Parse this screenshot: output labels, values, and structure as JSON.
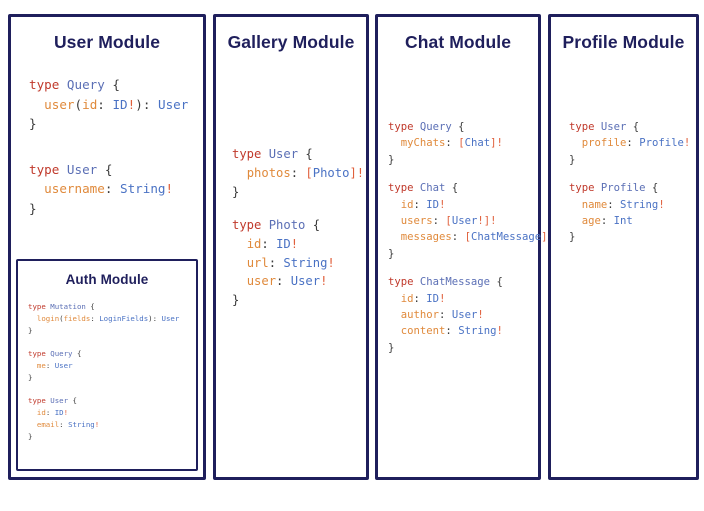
{
  "canvas": {
    "background": "#ffffff",
    "border_color": "#1f1f5c"
  },
  "palette": {
    "border": "#1f1f5c",
    "title": "#1f1f5c",
    "keyword": "#c0392b",
    "type_name": "#5b6fb5",
    "field": "#e08a3c",
    "scalar_type": "#4a72c4",
    "punctuation": "#3b3b3b",
    "bang": "#e0603c"
  },
  "modules": {
    "user": {
      "title": "User Module",
      "blocks": [
        {
          "lines": [
            [
              {
                "t": "type ",
                "c": "kw"
              },
              {
                "t": "Query",
                "c": "tn"
              },
              {
                "t": " {",
                "c": "pn"
              }
            ],
            [
              {
                "t": "  ",
                "c": "pn"
              },
              {
                "t": "user",
                "c": "fld"
              },
              {
                "t": "(",
                "c": "pn"
              },
              {
                "t": "id",
                "c": "fld"
              },
              {
                "t": ": ",
                "c": "pn"
              },
              {
                "t": "ID",
                "c": "ty"
              },
              {
                "t": "!",
                "c": "bang"
              },
              {
                "t": ")",
                "c": "pn"
              },
              {
                "t": ": ",
                "c": "pn"
              },
              {
                "t": "User",
                "c": "ty"
              }
            ],
            [
              {
                "t": "}",
                "c": "pn"
              }
            ]
          ]
        },
        {
          "lines": [
            [
              {
                "t": "type ",
                "c": "kw"
              },
              {
                "t": "User",
                "c": "tn"
              },
              {
                "t": " {",
                "c": "pn"
              }
            ],
            [
              {
                "t": "  ",
                "c": "pn"
              },
              {
                "t": "username",
                "c": "fld"
              },
              {
                "t": ": ",
                "c": "pn"
              },
              {
                "t": "String",
                "c": "ty"
              },
              {
                "t": "!",
                "c": "bang"
              }
            ],
            [
              {
                "t": "}",
                "c": "pn"
              }
            ]
          ]
        }
      ],
      "nested": {
        "auth": {
          "title": "Auth Module",
          "blocks": [
            {
              "lines": [
                [
                  {
                    "t": "type ",
                    "c": "kw"
                  },
                  {
                    "t": "Mutation",
                    "c": "tn"
                  },
                  {
                    "t": " {",
                    "c": "pn"
                  }
                ],
                [
                  {
                    "t": "  ",
                    "c": "pn"
                  },
                  {
                    "t": "login",
                    "c": "fld"
                  },
                  {
                    "t": "(",
                    "c": "pn"
                  },
                  {
                    "t": "fields",
                    "c": "fld"
                  },
                  {
                    "t": ": ",
                    "c": "pn"
                  },
                  {
                    "t": "LoginFields",
                    "c": "ty"
                  },
                  {
                    "t": ")",
                    "c": "pn"
                  },
                  {
                    "t": ": ",
                    "c": "pn"
                  },
                  {
                    "t": "User",
                    "c": "ty"
                  }
                ],
                [
                  {
                    "t": "}",
                    "c": "pn"
                  }
                ]
              ]
            },
            {
              "lines": [
                [
                  {
                    "t": "type ",
                    "c": "kw"
                  },
                  {
                    "t": "Query",
                    "c": "tn"
                  },
                  {
                    "t": " {",
                    "c": "pn"
                  }
                ],
                [
                  {
                    "t": "  ",
                    "c": "pn"
                  },
                  {
                    "t": "me",
                    "c": "fld"
                  },
                  {
                    "t": ": ",
                    "c": "pn"
                  },
                  {
                    "t": "User",
                    "c": "ty"
                  }
                ],
                [
                  {
                    "t": "}",
                    "c": "pn"
                  }
                ]
              ]
            },
            {
              "lines": [
                [
                  {
                    "t": "type ",
                    "c": "kw"
                  },
                  {
                    "t": "User",
                    "c": "tn"
                  },
                  {
                    "t": " {",
                    "c": "pn"
                  }
                ],
                [
                  {
                    "t": "  ",
                    "c": "pn"
                  },
                  {
                    "t": "id",
                    "c": "fld"
                  },
                  {
                    "t": ": ",
                    "c": "pn"
                  },
                  {
                    "t": "ID",
                    "c": "ty"
                  },
                  {
                    "t": "!",
                    "c": "bang"
                  }
                ],
                [
                  {
                    "t": "  ",
                    "c": "pn"
                  },
                  {
                    "t": "email",
                    "c": "fld"
                  },
                  {
                    "t": ": ",
                    "c": "pn"
                  },
                  {
                    "t": "String",
                    "c": "ty"
                  },
                  {
                    "t": "!",
                    "c": "bang"
                  }
                ],
                [
                  {
                    "t": "}",
                    "c": "pn"
                  }
                ]
              ]
            }
          ]
        }
      }
    },
    "gallery": {
      "title": "Gallery Module",
      "blocks": [
        {
          "lines": [
            [
              {
                "t": "type ",
                "c": "kw"
              },
              {
                "t": "User",
                "c": "tn"
              },
              {
                "t": " {",
                "c": "pn"
              }
            ],
            [
              {
                "t": "  ",
                "c": "pn"
              },
              {
                "t": "photos",
                "c": "fld"
              },
              {
                "t": ": ",
                "c": "pn"
              },
              {
                "t": "[",
                "c": "bang"
              },
              {
                "t": "Photo",
                "c": "ty"
              },
              {
                "t": "]",
                "c": "bang"
              },
              {
                "t": "!",
                "c": "bang"
              }
            ],
            [
              {
                "t": "}",
                "c": "pn"
              }
            ]
          ]
        },
        {
          "lines": [
            [
              {
                "t": "type ",
                "c": "kw"
              },
              {
                "t": "Photo",
                "c": "tn"
              },
              {
                "t": " {",
                "c": "pn"
              }
            ],
            [
              {
                "t": "  ",
                "c": "pn"
              },
              {
                "t": "id",
                "c": "fld"
              },
              {
                "t": ": ",
                "c": "pn"
              },
              {
                "t": "ID",
                "c": "ty"
              },
              {
                "t": "!",
                "c": "bang"
              }
            ],
            [
              {
                "t": "  ",
                "c": "pn"
              },
              {
                "t": "url",
                "c": "fld"
              },
              {
                "t": ": ",
                "c": "pn"
              },
              {
                "t": "String",
                "c": "ty"
              },
              {
                "t": "!",
                "c": "bang"
              }
            ],
            [
              {
                "t": "  ",
                "c": "pn"
              },
              {
                "t": "user",
                "c": "fld"
              },
              {
                "t": ": ",
                "c": "pn"
              },
              {
                "t": "User",
                "c": "ty"
              },
              {
                "t": "!",
                "c": "bang"
              }
            ],
            [
              {
                "t": "}",
                "c": "pn"
              }
            ]
          ]
        }
      ]
    },
    "chat": {
      "title": "Chat Module",
      "blocks": [
        {
          "lines": [
            [
              {
                "t": "type ",
                "c": "kw"
              },
              {
                "t": "Query",
                "c": "tn"
              },
              {
                "t": " {",
                "c": "pn"
              }
            ],
            [
              {
                "t": "  ",
                "c": "pn"
              },
              {
                "t": "myChats",
                "c": "fld"
              },
              {
                "t": ": ",
                "c": "pn"
              },
              {
                "t": "[",
                "c": "bang"
              },
              {
                "t": "Chat",
                "c": "ty"
              },
              {
                "t": "]",
                "c": "bang"
              },
              {
                "t": "!",
                "c": "bang"
              }
            ],
            [
              {
                "t": "}",
                "c": "pn"
              }
            ]
          ]
        },
        {
          "lines": [
            [
              {
                "t": "type ",
                "c": "kw"
              },
              {
                "t": "Chat",
                "c": "tn"
              },
              {
                "t": " {",
                "c": "pn"
              }
            ],
            [
              {
                "t": "  ",
                "c": "pn"
              },
              {
                "t": "id",
                "c": "fld"
              },
              {
                "t": ": ",
                "c": "pn"
              },
              {
                "t": "ID",
                "c": "ty"
              },
              {
                "t": "!",
                "c": "bang"
              }
            ],
            [
              {
                "t": "  ",
                "c": "pn"
              },
              {
                "t": "users",
                "c": "fld"
              },
              {
                "t": ": ",
                "c": "pn"
              },
              {
                "t": "[",
                "c": "bang"
              },
              {
                "t": "User",
                "c": "ty"
              },
              {
                "t": "!",
                "c": "bang"
              },
              {
                "t": "]",
                "c": "bang"
              },
              {
                "t": "!",
                "c": "bang"
              }
            ],
            [
              {
                "t": "  ",
                "c": "pn"
              },
              {
                "t": "messages",
                "c": "fld"
              },
              {
                "t": ": ",
                "c": "pn"
              },
              {
                "t": "[",
                "c": "bang"
              },
              {
                "t": "ChatMessage",
                "c": "ty"
              },
              {
                "t": "]",
                "c": "bang"
              },
              {
                "t": "!",
                "c": "bang"
              }
            ],
            [
              {
                "t": "}",
                "c": "pn"
              }
            ]
          ]
        },
        {
          "lines": [
            [
              {
                "t": "type ",
                "c": "kw"
              },
              {
                "t": "ChatMessage",
                "c": "tn"
              },
              {
                "t": " {",
                "c": "pn"
              }
            ],
            [
              {
                "t": "  ",
                "c": "pn"
              },
              {
                "t": "id",
                "c": "fld"
              },
              {
                "t": ": ",
                "c": "pn"
              },
              {
                "t": "ID",
                "c": "ty"
              },
              {
                "t": "!",
                "c": "bang"
              }
            ],
            [
              {
                "t": "  ",
                "c": "pn"
              },
              {
                "t": "author",
                "c": "fld"
              },
              {
                "t": ": ",
                "c": "pn"
              },
              {
                "t": "User",
                "c": "ty"
              },
              {
                "t": "!",
                "c": "bang"
              }
            ],
            [
              {
                "t": "  ",
                "c": "pn"
              },
              {
                "t": "content",
                "c": "fld"
              },
              {
                "t": ": ",
                "c": "pn"
              },
              {
                "t": "String",
                "c": "ty"
              },
              {
                "t": "!",
                "c": "bang"
              }
            ],
            [
              {
                "t": "}",
                "c": "pn"
              }
            ]
          ]
        }
      ]
    },
    "profile": {
      "title": "Profile Module",
      "blocks": [
        {
          "lines": [
            [
              {
                "t": "type ",
                "c": "kw"
              },
              {
                "t": "User",
                "c": "tn"
              },
              {
                "t": " {",
                "c": "pn"
              }
            ],
            [
              {
                "t": "  ",
                "c": "pn"
              },
              {
                "t": "profile",
                "c": "fld"
              },
              {
                "t": ": ",
                "c": "pn"
              },
              {
                "t": "Profile",
                "c": "ty"
              },
              {
                "t": "!",
                "c": "bang"
              }
            ],
            [
              {
                "t": "}",
                "c": "pn"
              }
            ]
          ]
        },
        {
          "lines": [
            [
              {
                "t": "type ",
                "c": "kw"
              },
              {
                "t": "Profile",
                "c": "tn"
              },
              {
                "t": " {",
                "c": "pn"
              }
            ],
            [
              {
                "t": "  ",
                "c": "pn"
              },
              {
                "t": "name",
                "c": "fld"
              },
              {
                "t": ": ",
                "c": "pn"
              },
              {
                "t": "String",
                "c": "ty"
              },
              {
                "t": "!",
                "c": "bang"
              }
            ],
            [
              {
                "t": "  ",
                "c": "pn"
              },
              {
                "t": "age",
                "c": "fld"
              },
              {
                "t": ": ",
                "c": "pn"
              },
              {
                "t": "Int",
                "c": "ty"
              }
            ],
            [
              {
                "t": "}",
                "c": "pn"
              }
            ]
          ]
        }
      ]
    }
  }
}
